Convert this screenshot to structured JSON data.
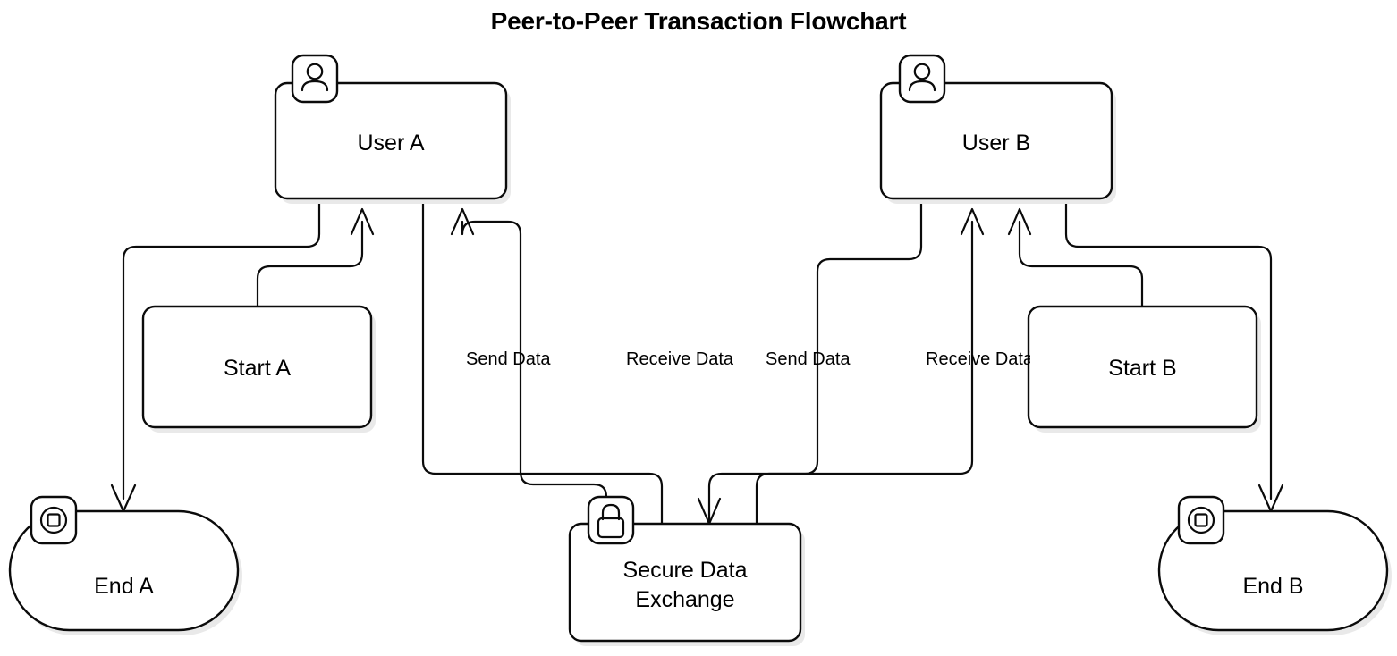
{
  "title": "Peer-to-Peer Transaction Flowchart",
  "background_color": "#ffffff",
  "stroke_color": "#0b0b0b",
  "nodes": {
    "user_a": {
      "label": "User A",
      "icon": "person-icon",
      "shape": "rounded-rect"
    },
    "user_b": {
      "label": "User B",
      "icon": "person-icon",
      "shape": "rounded-rect"
    },
    "start_a": {
      "label": "Start A",
      "icon": "none",
      "shape": "rounded-rect"
    },
    "start_b": {
      "label": "Start B",
      "icon": "none",
      "shape": "rounded-rect"
    },
    "end_a": {
      "label": "End A",
      "icon": "stop-icon",
      "shape": "stadium"
    },
    "end_b": {
      "label": "End B",
      "icon": "stop-icon",
      "shape": "stadium"
    },
    "secure": {
      "label": "Secure Data\nExchange",
      "icon": "lock-icon",
      "shape": "rounded-rect"
    }
  },
  "edge_labels": {
    "send_data_a": "Send Data",
    "receive_data_a": "Receive Data",
    "send_data_b": "Send Data",
    "receive_data_b": "Receive Data"
  }
}
